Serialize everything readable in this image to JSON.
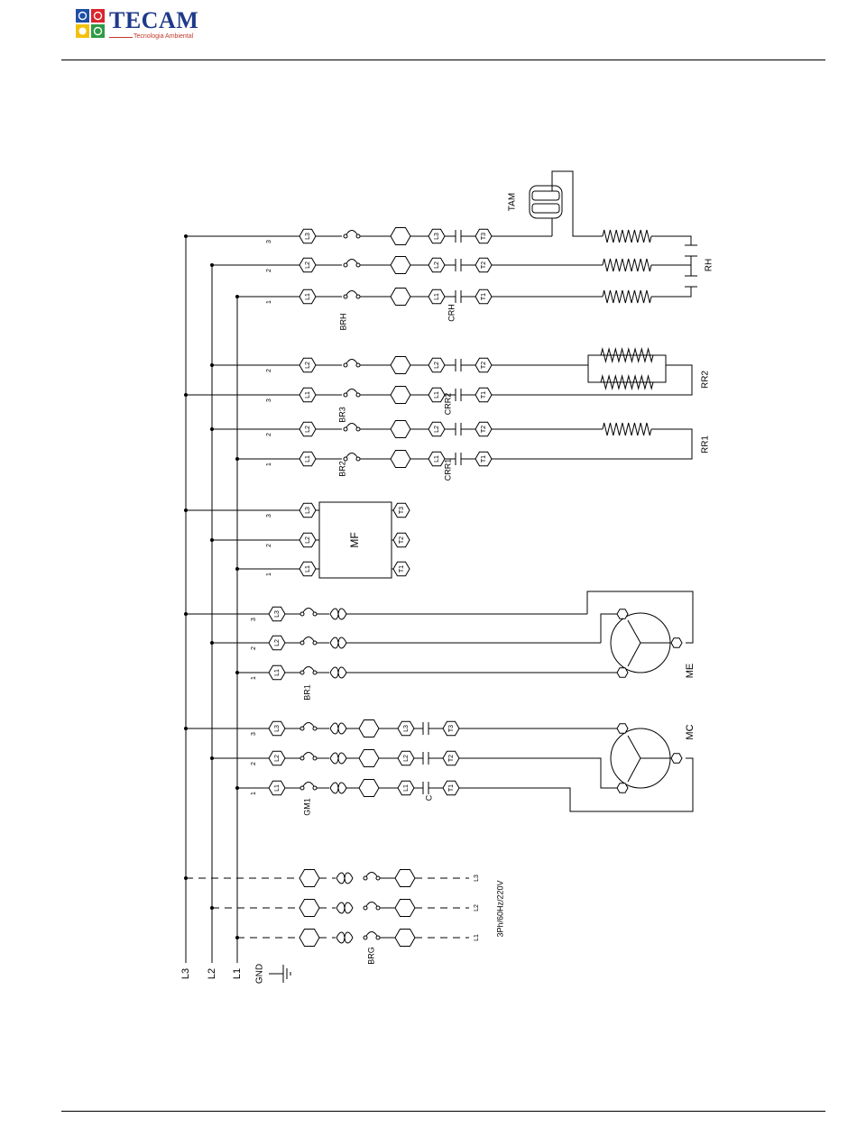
{
  "logo": {
    "name": "TECAM",
    "tagline": "Tecnologia Ambiental"
  },
  "labels": {
    "L3": "L3",
    "L2": "L2",
    "L1": "L1",
    "T3": "T3",
    "T2": "T2",
    "T1": "T1",
    "n1": "1",
    "n2": "2",
    "n3": "3",
    "tam": "TAM",
    "rh": "RH",
    "rr2": "RR2",
    "rr1": "RR1",
    "brh": "BRH",
    "crh": "CRH",
    "br3": "BR3",
    "crr2": "CRR2",
    "br2": "BR2",
    "crr1": "CRR1",
    "mf": "MF",
    "me": "ME",
    "br1": "BR1",
    "mc": "MC",
    "gm1": "GM1",
    "c": "C",
    "brg": "BRG",
    "supply": "3Ph/60Hz/220V",
    "gnd": "GND"
  }
}
